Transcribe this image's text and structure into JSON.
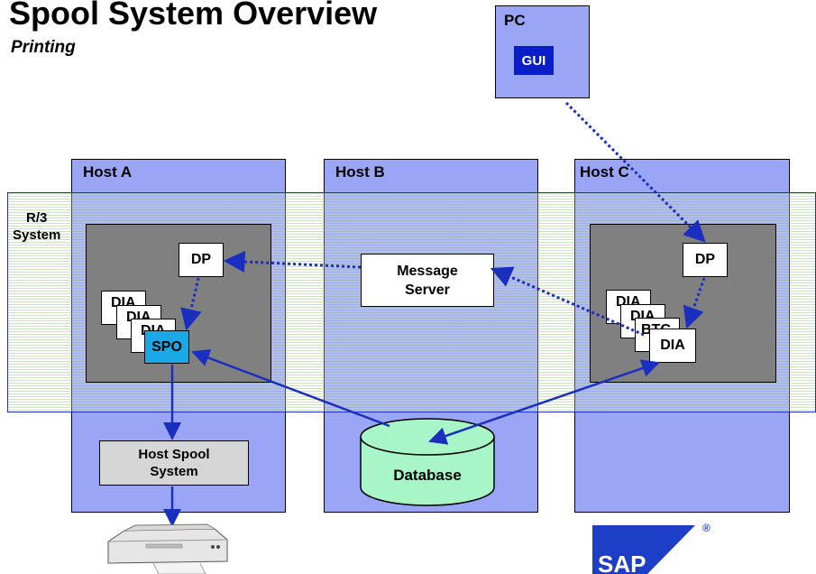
{
  "title": "Spool System Overview",
  "subtitle": "Printing",
  "pc": {
    "label": "PC",
    "gui": "GUI"
  },
  "hosts": [
    {
      "label": "Host A"
    },
    {
      "label": "Host B"
    },
    {
      "label": "Host C"
    }
  ],
  "r3_system": {
    "line1": "R/3",
    "line2": "System"
  },
  "host_a": {
    "dp": "DP",
    "dia1": "DIA",
    "dia2": "DIA",
    "dia3": "DIA",
    "spo": "SPO",
    "host_spool_line1": "Host Spool",
    "host_spool_line2": "System"
  },
  "host_b": {
    "message_server_line1": "Message",
    "message_server_line2": "Server",
    "database": "Database"
  },
  "host_c": {
    "dp": "DP",
    "dia1": "DIA",
    "dia2": "DIA",
    "btc": "BTC",
    "dia3": "DIA"
  },
  "logo": {
    "text": "SAP",
    "registered": "®"
  },
  "colors": {
    "host_fill": "#9aa6f5",
    "band_border": "#1d2ed8",
    "arrow": "#1a2ec0",
    "spo_fill": "#1ba8e6",
    "database_fill": "#a8f5c8",
    "gui_fill": "#0a1ec8"
  }
}
